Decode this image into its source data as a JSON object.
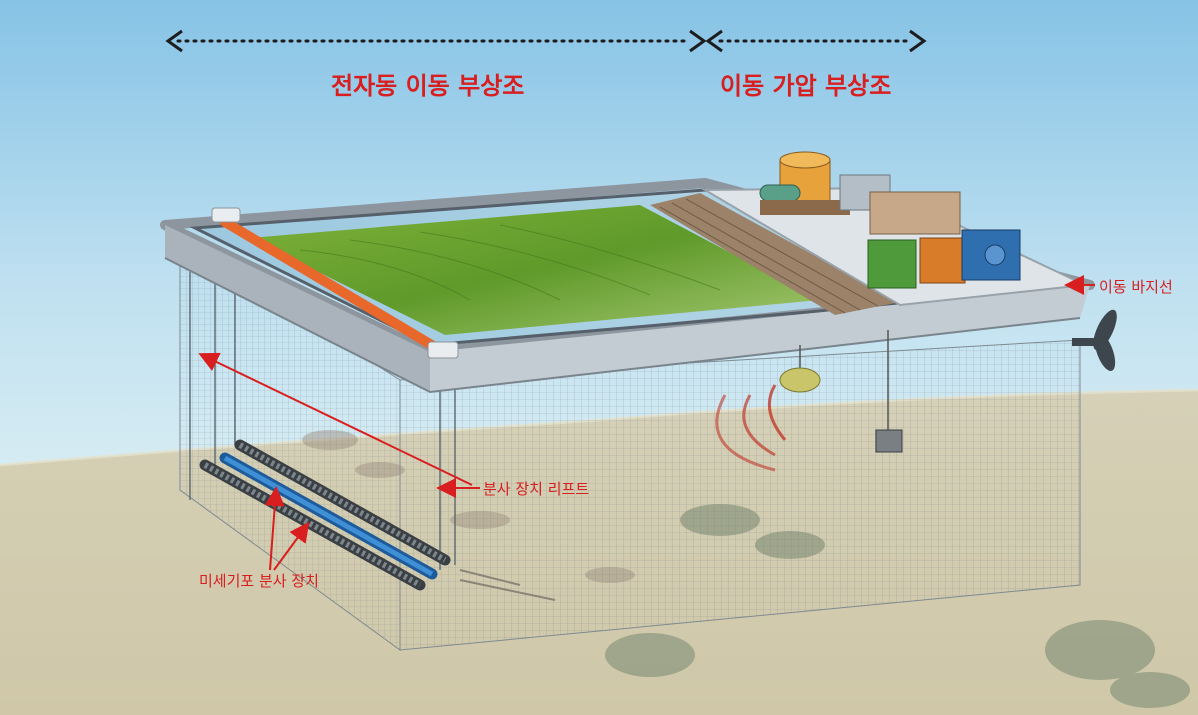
{
  "labels": {
    "electromagnetic_section": "전자동 이동 부상조",
    "pressure_section": "이동 가압 부상조",
    "mobile_barge": "이동 바지선",
    "spray_lift": "분사 장치 리프트",
    "microbubble_sprayer": "미세기포 분사 장치"
  },
  "colors": {
    "sky_top": "#86c3e6",
    "sky_bottom": "#cfe9f4",
    "seabed": "#d9d2b8",
    "label_red": "#d81e1e",
    "frame_steel": "#b7bfc7",
    "orange_rail": "#e8672a",
    "net": "#6f7e86"
  }
}
